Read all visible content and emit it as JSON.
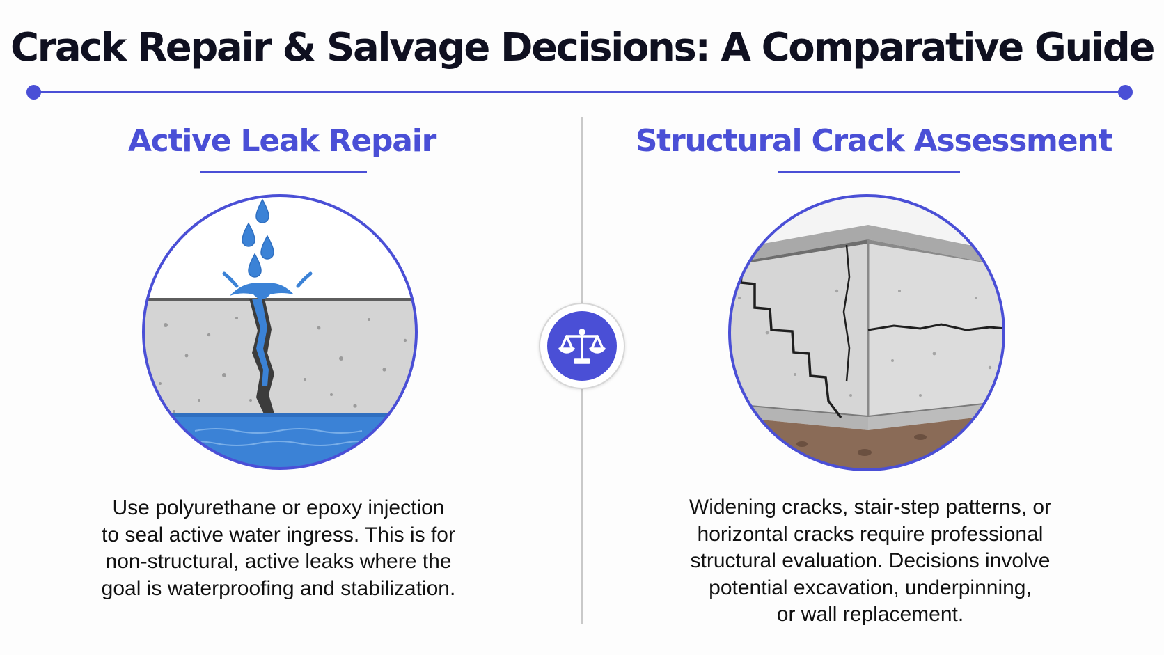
{
  "title": "Crack Repair & Salvage Decisions: A Comparative Guide",
  "left": {
    "heading": "Active Leak Repair",
    "illustration_icon": "water-leak-crack-icon",
    "description_lines": [
      "Use polyurethane or epoxy injection",
      "to seal active water ingress. This is for",
      "non-structural, active leaks where the",
      "goal is waterproofing and stabilization."
    ]
  },
  "right": {
    "heading": "Structural Crack Assessment",
    "illustration_icon": "structural-wall-crack-icon",
    "description_lines": [
      "Widening cracks, stair-step patterns, or",
      "horizontal cracks require professional",
      "structural evaluation. Decisions involve",
      "potential excavation, underpinning,",
      "or wall replacement."
    ]
  },
  "center_icon": "balance-scale-icon",
  "colors": {
    "accent": "#4a4fd6",
    "water": "#3b82d6",
    "concrete": "#d4d4d4",
    "soil": "#8a6b57",
    "divider": "#c9c9c9"
  }
}
